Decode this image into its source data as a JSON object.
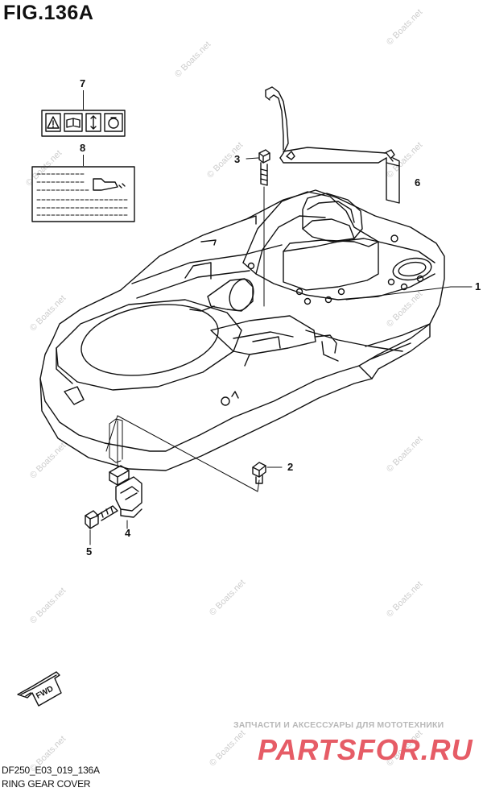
{
  "figure_title": "FIG.136A",
  "figure_code": "DF250_E03_019_136A",
  "figure_name": "RING GEAR COVER",
  "callouts": {
    "c1": "1",
    "c2": "2",
    "c3": "3",
    "c4": "4",
    "c5": "5",
    "c6": "6",
    "c7": "7",
    "c8": "8"
  },
  "fwd_label": "FWD",
  "watermark": "© Boats.net",
  "shop_slogan": "ЗАПЧАСТИ И АКСЕССУАРЫ ДЛЯ МОТОТЕХНИКИ",
  "shop_logo": "PARTSFOR.RU",
  "colors": {
    "line": "#111111",
    "watermark": "#cdcdcd",
    "logo": "#e65c66",
    "slogan": "#b8b8b8"
  }
}
